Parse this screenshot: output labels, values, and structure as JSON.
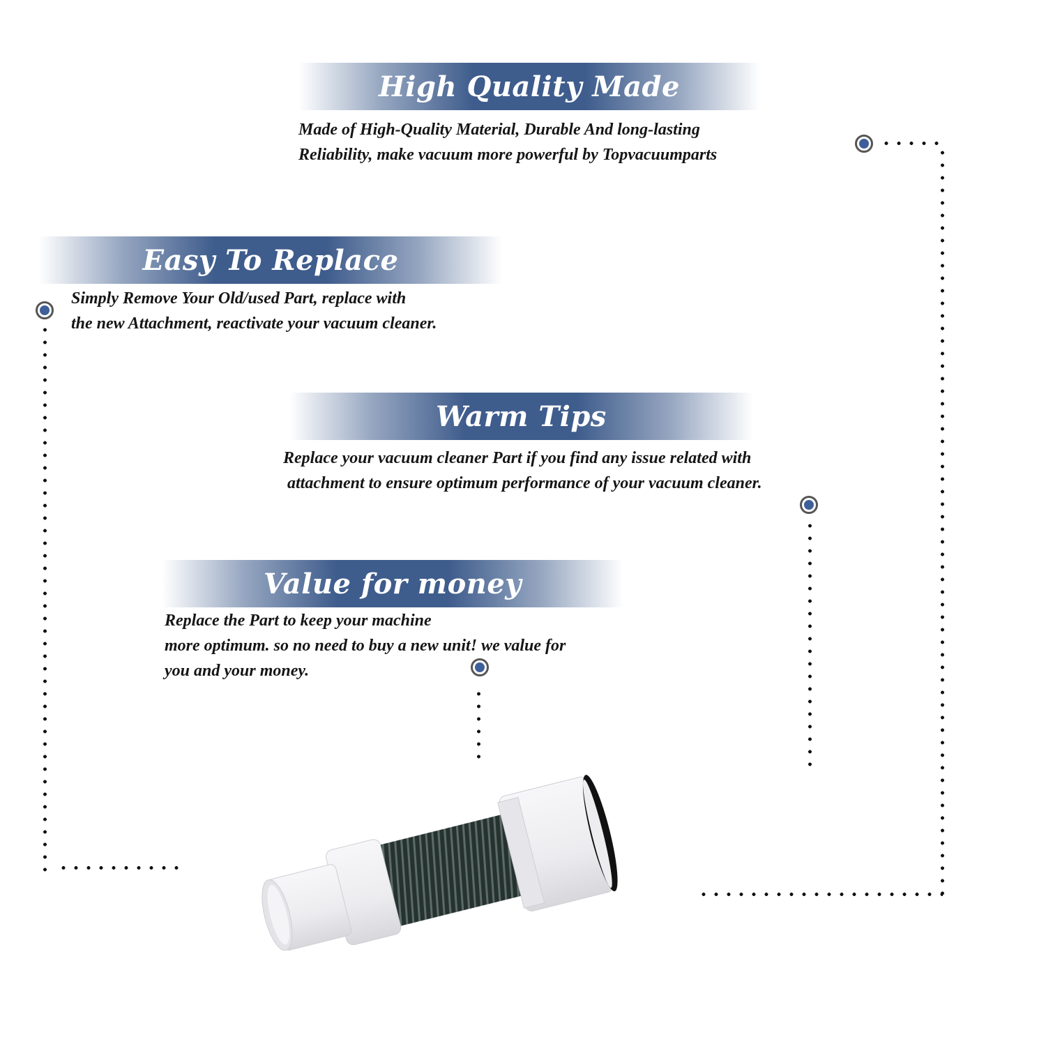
{
  "features": [
    {
      "title": "High Quality Made",
      "lines": [
        "Made of  High-Quality Material, Durable And long-lasting",
        "Reliability, make vacuum more powerful by Topvacuumparts"
      ]
    },
    {
      "title": "Easy To Replace",
      "lines": [
        "Simply Remove Your Old/used Part, replace with",
        "the new Attachment, reactivate your vacuum cleaner."
      ]
    },
    {
      "title": "Warm Tips",
      "lines": [
        "Replace your vacuum cleaner Part if you find any issue related with",
        " attachment to ensure optimum performance of your vacuum cleaner."
      ]
    },
    {
      "title": "Value for money",
      "lines": [
        "Replace the Part to keep your machine",
        "more optimum. so no need to buy a new unit! we value for",
        "you and your money."
      ]
    }
  ],
  "product": {
    "name": "vacuum hose attachment",
    "colors": {
      "hose": "#2f3a37",
      "fitting": "#f2f2f4",
      "gasket": "#111111"
    }
  },
  "colors": {
    "banner": "#3e5c8c",
    "bullet": "#3e5f99",
    "bullet_ring": "#555555",
    "text": "#151515"
  }
}
